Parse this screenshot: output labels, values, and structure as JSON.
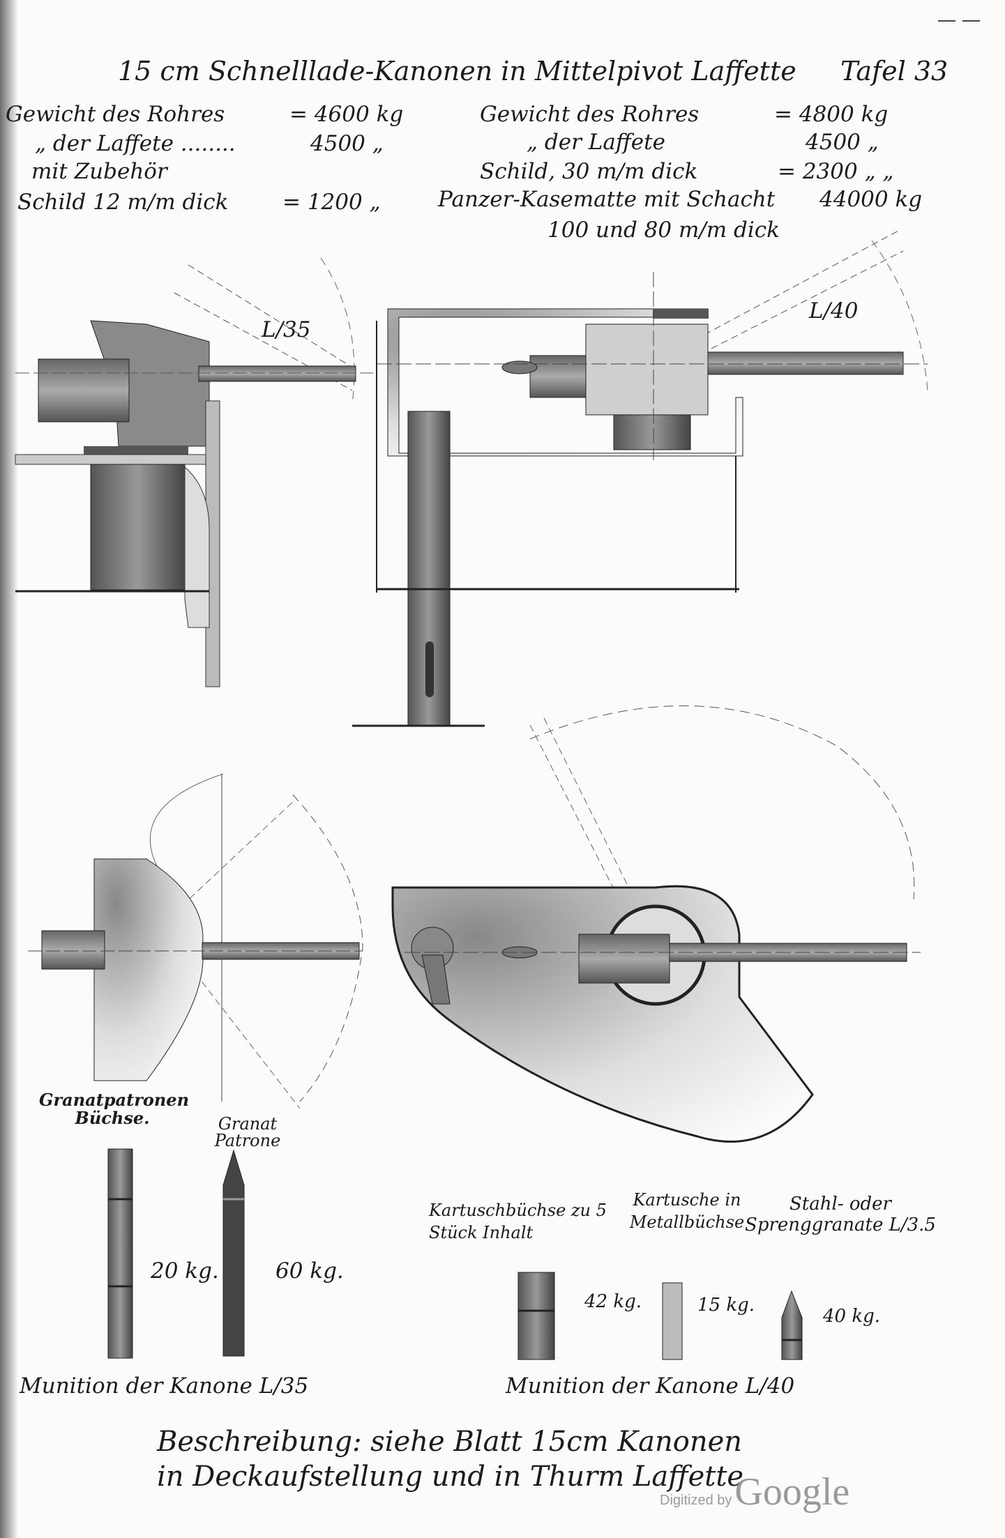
{
  "header": {
    "title": "15 cm Schnelllade-Kanonen in Mittelpivot Laffette",
    "plate": "Tafel 33"
  },
  "left_specs": [
    {
      "label": "Gewicht des Rohres",
      "value": "= 4600 kg"
    },
    {
      "label": "„ der Laffete ........",
      "value": "4500 „"
    },
    {
      "label": "mit Zubehör",
      "value": ""
    },
    {
      "label": "Schild 12 m/m dick",
      "value": "= 1200 „"
    }
  ],
  "right_specs": [
    {
      "label": "Gewicht des Rohres",
      "value": "= 4800 kg"
    },
    {
      "label": "„ der Laffete",
      "value": "4500 „"
    },
    {
      "label": "Schild, 30 m/m dick",
      "value": "= 2300 „ „"
    },
    {
      "label": "Panzer-Kasematte mit Schacht",
      "value": "44000 kg"
    },
    {
      "label": "100 und 80 m/m dick",
      "value": ""
    }
  ],
  "views": {
    "left_caliber": "L/35",
    "right_caliber": "L/40"
  },
  "ammo_l35": {
    "items": [
      {
        "label": "Granatpatronen Büchse.",
        "weight": "20 kg."
      },
      {
        "label": "Granat Patrone",
        "weight": "60 kg."
      }
    ],
    "caption": "Munition der Kanone L/35"
  },
  "ammo_l40": {
    "items": [
      {
        "label": "Kartuschbüchse zu 5 Stück Inhalt",
        "weight": "42 kg."
      },
      {
        "label": "Kartusche in Metallbüchse",
        "weight": "15 kg."
      },
      {
        "label": "Stahl- oder Sprenggranate L/3.5",
        "weight": "40 kg."
      }
    ],
    "caption": "Munition der Kanone L/40"
  },
  "footer": {
    "line1": "Beschreibung: siehe Blatt 15cm Kanonen",
    "line2": "in Deckaufstellung und in Thurm Laffette"
  },
  "watermark": {
    "prefix": "Digitized by",
    "brand": "Google"
  }
}
